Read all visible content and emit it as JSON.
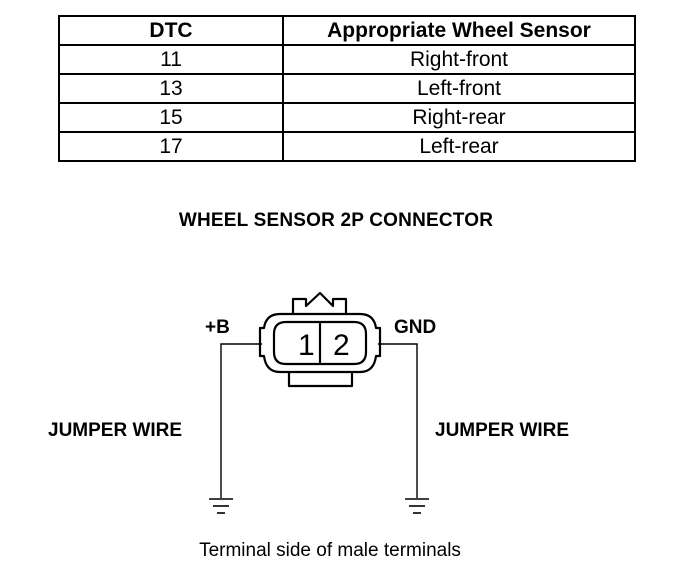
{
  "dtc_table": {
    "headers": [
      "DTC",
      "Appropriate Wheel Sensor"
    ],
    "rows": [
      [
        "11",
        "Right-front"
      ],
      [
        "13",
        "Left-front"
      ],
      [
        "15",
        "Right-rear"
      ],
      [
        "17",
        "Left-rear"
      ]
    ]
  },
  "diagram": {
    "title": "WHEEL SENSOR 2P CONNECTOR",
    "terminals": [
      "1",
      "2"
    ],
    "left_terminal_label": "+B",
    "right_terminal_label": "GND",
    "left_wire_label": "JUMPER WIRE",
    "right_wire_label": "JUMPER WIRE",
    "caption": "Terminal side of male terminals"
  }
}
